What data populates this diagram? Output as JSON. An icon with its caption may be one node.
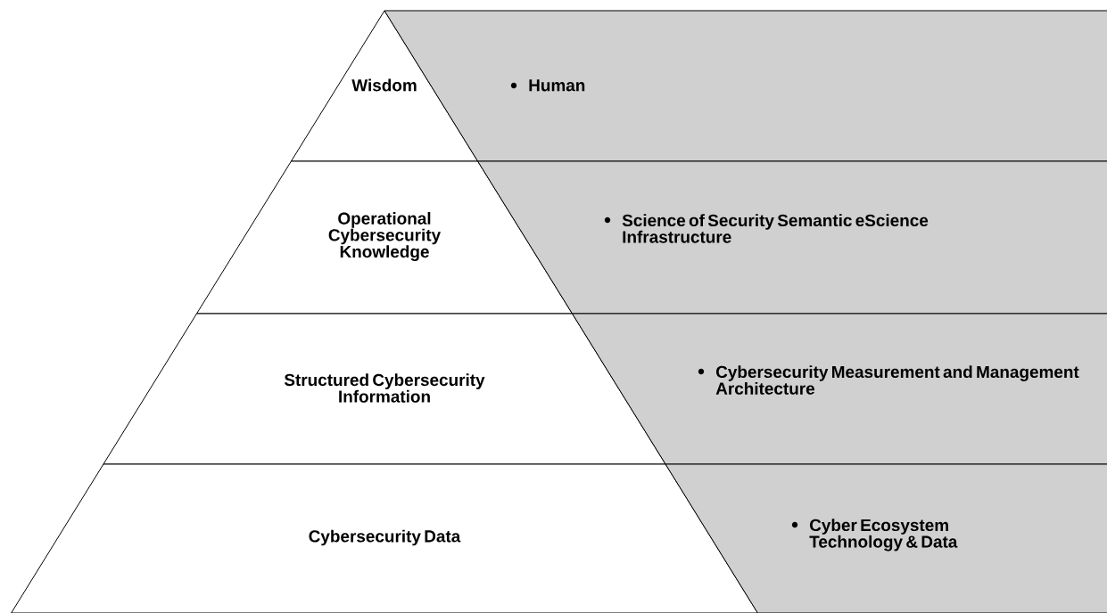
{
  "diagram": {
    "nodes": [
      {
        "text": [
          "Wisdom"
        ]
      },
      {
        "text": [
          "Human"
        ]
      },
      {
        "text": [
          "Operational Cybersecurity Knowledge"
        ]
      },
      {
        "text": [
          "Science of Security Semantic eScience Infrastructure"
        ]
      },
      {
        "text": [
          "Structured Cybersecurity Information"
        ]
      },
      {
        "text": [
          "Cybersecurity Measurement and Management Architecture"
        ]
      },
      {
        "text": [
          "Cybersecurity Data"
        ]
      },
      {
        "text": [
          "Cyber Ecosystem Technology & Data"
        ]
      }
    ]
  }
}
